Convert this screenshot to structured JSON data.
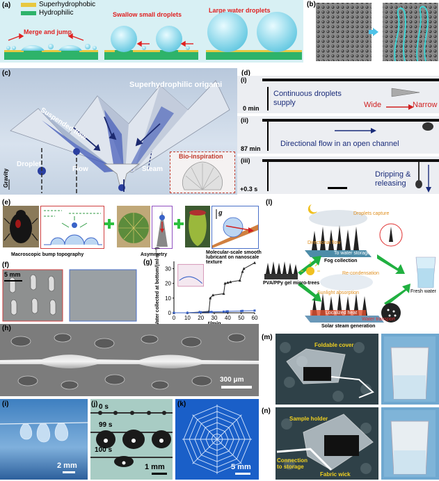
{
  "panel_a": {
    "label": "(a)",
    "legend_superhydrophobic": "Superhydrophobic",
    "legend_hydrophilic": "Hydrophilic",
    "stage1": "Merge and jump",
    "stage2": "Swallow small droplets",
    "stage3": "Large water droplets"
  },
  "panel_b": {
    "label": "(b)"
  },
  "panel_c": {
    "label": "(c)",
    "title": "Superhydrophilic origami",
    "suspended_flow": "Suspended flow",
    "droplet": "Droplet",
    "flow": "Flow",
    "steam": "Steam",
    "gravity": "Gravity",
    "bio_inspiration": "Bio-inspiration"
  },
  "panel_d": {
    "label": "(d)",
    "rows": [
      {
        "roman": "(i)",
        "time": "0 min",
        "text": "Continuous droplets supply",
        "wide": "Wide",
        "narrow": "Narrow"
      },
      {
        "roman": "(ii)",
        "time": "87 min",
        "text": "Directional flow in an open channel"
      },
      {
        "roman": "(iii)",
        "time": "+0.3 s",
        "text": "Dripping & releasing"
      }
    ]
  },
  "panel_e": {
    "label": "(e)",
    "caption1": "Macroscopic bump topography",
    "caption2": "Asymmetry",
    "caption3": "Molecular-scale smooth lubricant on nanoscale texture",
    "g": "g"
  },
  "panel_f": {
    "label": "(f)",
    "scale": "5 mm"
  },
  "panel_g": {
    "label": "(g)",
    "chart_data": {
      "type": "line",
      "xlabel": "t/min",
      "ylabel": "Water collected at bottom/(ml·m⁻²)",
      "xlim": [
        0,
        60
      ],
      "ylim": [
        0,
        35
      ],
      "xticks": [
        0,
        10,
        20,
        30,
        40,
        50,
        60
      ],
      "yticks": [
        0,
        10,
        20,
        30
      ],
      "series": [
        {
          "color": "#222222",
          "x": [
            0,
            10,
            19,
            26,
            27,
            29,
            37,
            38,
            40,
            42,
            49,
            51,
            52,
            60
          ],
          "y": [
            0,
            0,
            0.5,
            1,
            10,
            12,
            13,
            20,
            20.5,
            21,
            22,
            28,
            30,
            34
          ]
        },
        {
          "color": "#3a63c8",
          "x": [
            0,
            10,
            19,
            20,
            27,
            28,
            37,
            39,
            40,
            50,
            51,
            60
          ],
          "y": [
            0,
            0,
            0.3,
            0.4,
            0.5,
            0.6,
            0.8,
            0.9,
            1,
            1.2,
            1.3,
            1.5
          ]
        }
      ]
    }
  },
  "panel_h": {
    "label": "(h)",
    "scale": "300 μm"
  },
  "panel_i": {
    "label": "(i)",
    "scale": "2 mm"
  },
  "panel_j": {
    "label": "(j)",
    "t1": "0 s",
    "t2": "99 s",
    "t3": "100 s",
    "scale": "1 mm"
  },
  "panel_k": {
    "label": "(k)",
    "scale": "5 mm"
  },
  "panel_l": {
    "label": "(l)",
    "droplets_capture": "Droplets capture",
    "directional_flow": "Directional flow",
    "to_water_storage": "To water storage",
    "fog_collection": "Fog collection",
    "micro_trees": "PVA/PPy gel micro-trees",
    "re_condensation": "Re-condensation",
    "sunlight_absorption": "Sunlight absorption",
    "localized_heat": "Localized heat",
    "water_transport": "Water transport",
    "solar_steam": "Solar steam generation",
    "fresh_water": "Fresh water"
  },
  "panel_m": {
    "label": "(m)",
    "foldable_cover": "Foldable cover"
  },
  "panel_n": {
    "label": "(n)",
    "sample_holder": "Sample holder",
    "connection": "Connection to storage",
    "fabric_wick": "Fabric wick"
  }
}
